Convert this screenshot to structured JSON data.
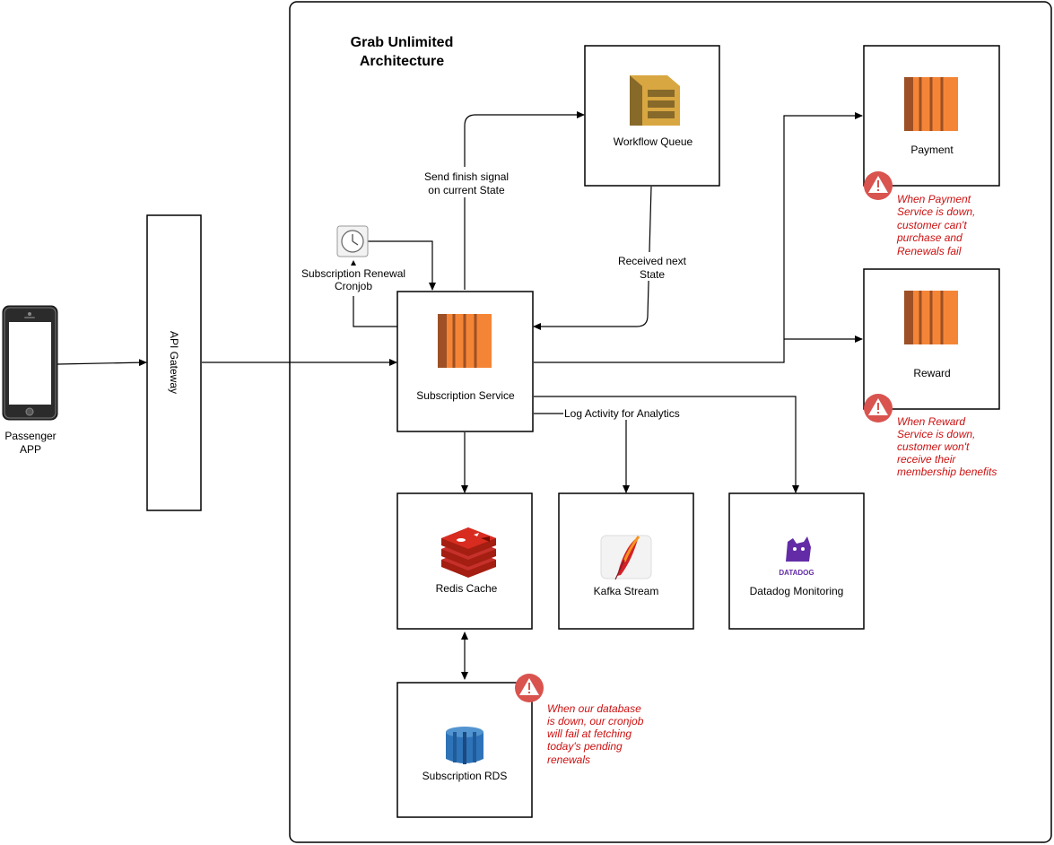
{
  "title": {
    "line1": "Grab Unlimited",
    "line2": "Architecture"
  },
  "nodes": {
    "passenger_app": {
      "line1": "Passenger",
      "line2": "APP",
      "icon": "smartphone-icon"
    },
    "api_gateway": {
      "label": "API Gateway"
    },
    "cronjob": {
      "line1": "Subscription Renewal",
      "line2": "Cronjob",
      "icon": "clock-icon"
    },
    "subscription_service": {
      "label": "Subscription Service",
      "icon": "aws-ec2-icon"
    },
    "workflow_queue": {
      "label": "Workflow Queue",
      "icon": "aws-sqs-icon"
    },
    "payment": {
      "label": "Payment",
      "icon": "aws-ec2-icon"
    },
    "reward": {
      "label": "Reward",
      "icon": "aws-ec2-icon"
    },
    "redis": {
      "label": "Redis Cache",
      "icon": "redis-icon"
    },
    "kafka": {
      "label": "Kafka Stream",
      "icon": "kafka-feather-icon"
    },
    "datadog": {
      "label": "Datadog Monitoring",
      "logo_text": "DATADOG",
      "icon": "datadog-icon"
    },
    "rds": {
      "label": "Subscription RDS",
      "icon": "aws-rds-icon"
    }
  },
  "edges": {
    "send_finish": {
      "line1": "Send finish signal",
      "line2": "on current State"
    },
    "received_next": {
      "line1": "Received next",
      "line2": "State"
    },
    "log_activity": {
      "label": "Log Activity for Analytics"
    }
  },
  "warnings": {
    "payment": [
      "When Payment",
      "Service is down,",
      "customer can't",
      "purchase and",
      "Renewals fail"
    ],
    "reward": [
      "When Reward",
      "Service is down,",
      "customer won't",
      "receive their",
      "membership benefits"
    ],
    "rds": [
      "When our database",
      "is down, our cronjob",
      "will fail at fetching",
      "today's pending",
      "renewals"
    ]
  },
  "colors": {
    "aws_orange": "#f58536",
    "aws_orange_dark": "#9d5025",
    "sqs_gold": "#d9a741",
    "sqs_dark": "#876929",
    "redis_red": "#c6302b",
    "rds_blue": "#2e73b8",
    "warning_red": "#cc1111",
    "warning_badge": "#d9534f",
    "datadog_purple": "#632ca6"
  }
}
